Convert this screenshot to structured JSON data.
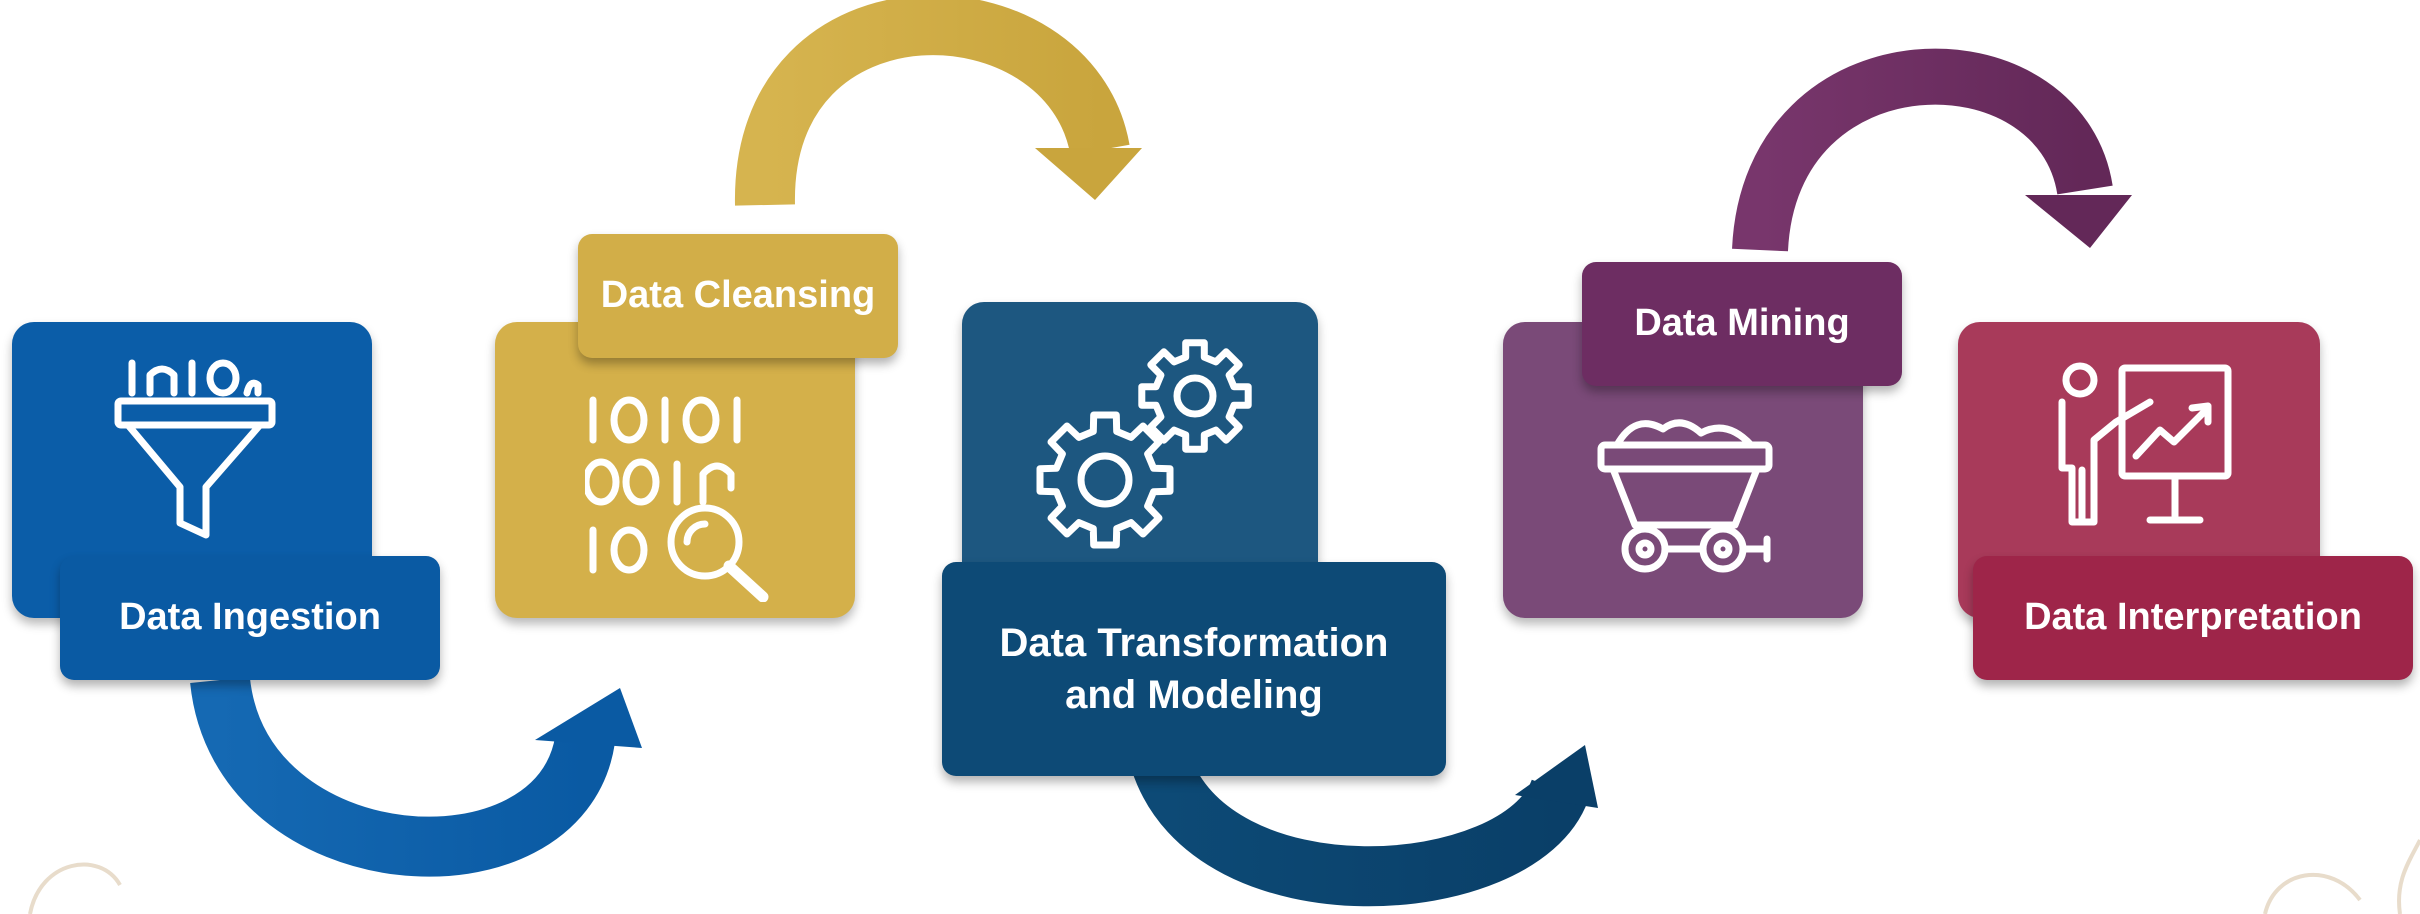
{
  "colors": {
    "blue": "#0b5da8",
    "gold": "#d4b04a",
    "navy": "#0d4a76",
    "purple": "#6d2d62",
    "crimson": "#9e2549",
    "white": "#ffffff"
  },
  "steps": [
    {
      "label": "Data Ingestion",
      "icon": "funnel-data-icon"
    },
    {
      "label": "Data Cleansing",
      "icon": "binary-search-icon"
    },
    {
      "label": "Data Transformation and Modeling",
      "icon": "gears-icon"
    },
    {
      "label": "Data Mining",
      "icon": "mine-cart-icon"
    },
    {
      "label": "Data Interpretation",
      "icon": "presenter-chart-icon"
    }
  ],
  "arrows": [
    {
      "from": "Data Ingestion",
      "to": "Data Cleansing"
    },
    {
      "from": "Data Cleansing",
      "to": "Data Transformation and Modeling"
    },
    {
      "from": "Data Transformation and Modeling",
      "to": "Data Mining"
    },
    {
      "from": "Data Mining",
      "to": "Data Interpretation"
    }
  ]
}
